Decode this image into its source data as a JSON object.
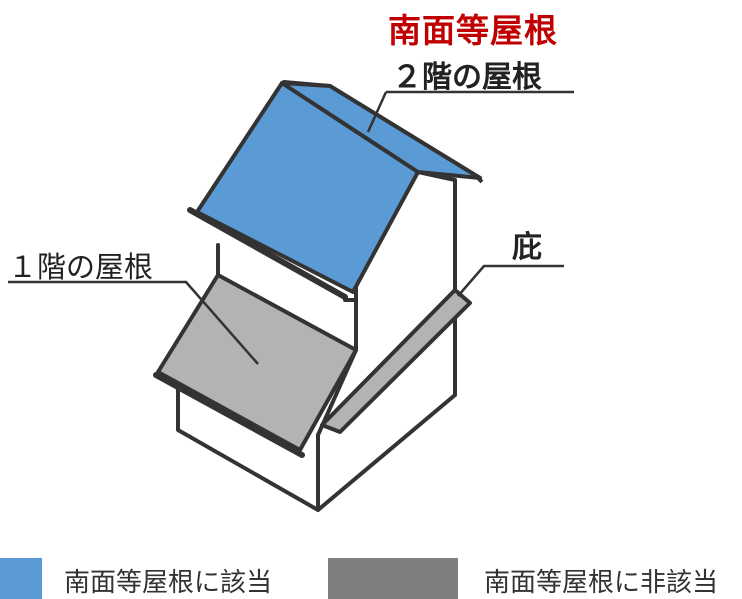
{
  "labels": {
    "south_roof_title": "南面等屋根",
    "second_floor_roof": "２階の屋根",
    "first_floor_roof": "１階の屋根",
    "eave": "庇"
  },
  "legend": {
    "applicable": {
      "text": "南面等屋根に該当",
      "color": "#5b9bd5"
    },
    "not_applicable": {
      "text": "南面等屋根に非該当",
      "color": "#7f7f7f"
    }
  },
  "colors": {
    "roof_applicable": "#5b9bd5",
    "roof_not_applicable": "#b3b3b3",
    "outline": "#333333",
    "title": "#c00000"
  },
  "icons": [
    "house-diagram"
  ]
}
